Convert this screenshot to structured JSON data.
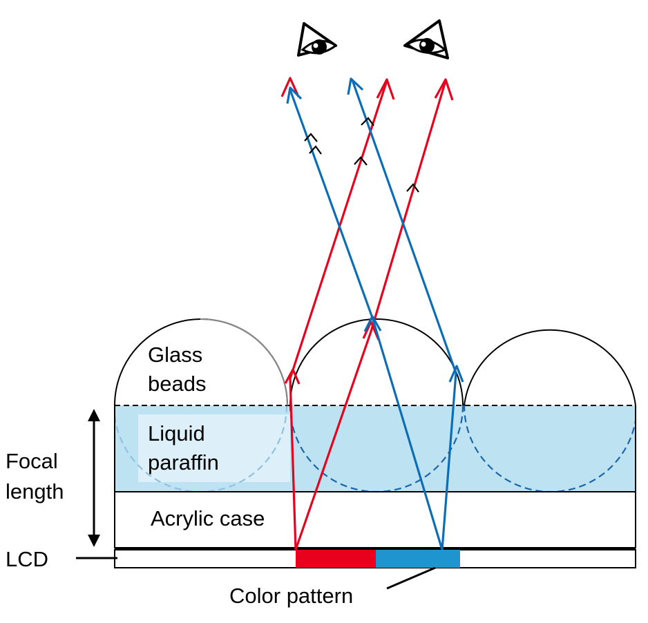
{
  "labels": {
    "glass_beads_line1": "Glass",
    "glass_beads_line2": "beads",
    "liquid_paraffin_line1": "Liquid",
    "liquid_paraffin_line2": "paraffin",
    "focal_length_line1": "Focal",
    "focal_length_line2": "length",
    "acrylic_case": "Acrylic case",
    "lcd": "LCD",
    "color_pattern": "Color pattern"
  },
  "icons": [
    "left-eye-icon",
    "right-eye-icon"
  ],
  "colors": {
    "red_ray": "#e8001d",
    "blue_ray": "#0b6db5",
    "paraffin_fill": "#bde3f3",
    "paraffin_label_bg": "#ddf0f9",
    "blue_pixel": "#1f95d0",
    "red_pixel": "#e8001d",
    "outline": "#000000"
  }
}
